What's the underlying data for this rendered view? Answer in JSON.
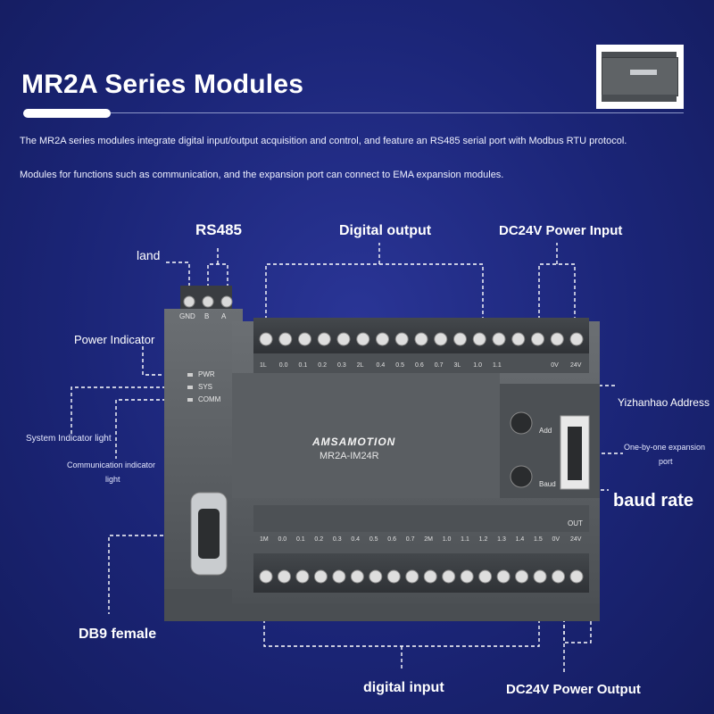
{
  "header": {
    "title": "MR2A Series Modules",
    "desc_line1": "The MR2A series modules integrate digital input/output acquisition and control, and feature an RS485 serial port with Modbus RTU protocol.",
    "desc_line2": "Modules for functions such as communication, and the expansion port can connect to EMA expansion modules."
  },
  "callouts": {
    "rs485": "RS485",
    "land": "land",
    "digital_output": "Digital output",
    "dc24v_power_input": "DC24V Power Input",
    "power_indicator": "Power Indicator",
    "system_indicator": "System Indicator light",
    "comm_indicator_1": "Communication indicator",
    "comm_indicator_2": "light",
    "yizhanhao_address": "Yizhanhao Address",
    "expansion_port_1": "One-by-one expansion",
    "expansion_port_2": "port",
    "baud_rate": "baud rate",
    "db9_female": "DB9 female",
    "digital_input": "digital input",
    "dc24v_power_output": "DC24V Power Output"
  },
  "device": {
    "brand": "AMSAMOTION",
    "model": "MR2A-IM24R",
    "rs485_terminals": [
      "GND",
      "B",
      "A"
    ],
    "leds": [
      "PWR",
      "SYS",
      "COMM"
    ],
    "top_terminal_labels": [
      "1L",
      "0.0",
      "0.1",
      "0.2",
      "0.3",
      "2L",
      "0.4",
      "0.5",
      "0.6",
      "0.7",
      "3L",
      "1.0",
      "1.1",
      "",
      "",
      "0V",
      "24V"
    ],
    "bottom_terminal_labels": [
      "1M",
      "0.0",
      "0.1",
      "0.2",
      "0.3",
      "0.4",
      "0.5",
      "0.6",
      "0.7",
      "2M",
      "1.0",
      "1.1",
      "1.2",
      "1.3",
      "1.4",
      "1.5",
      "0V",
      "24V"
    ],
    "add_label": "Add",
    "baud_label": "Baud",
    "out_label": "OUT"
  },
  "colors": {
    "background": "#1b2577",
    "device_body": "#55595d",
    "device_dark": "#3b3e42",
    "accent_line": "#ffffff"
  }
}
